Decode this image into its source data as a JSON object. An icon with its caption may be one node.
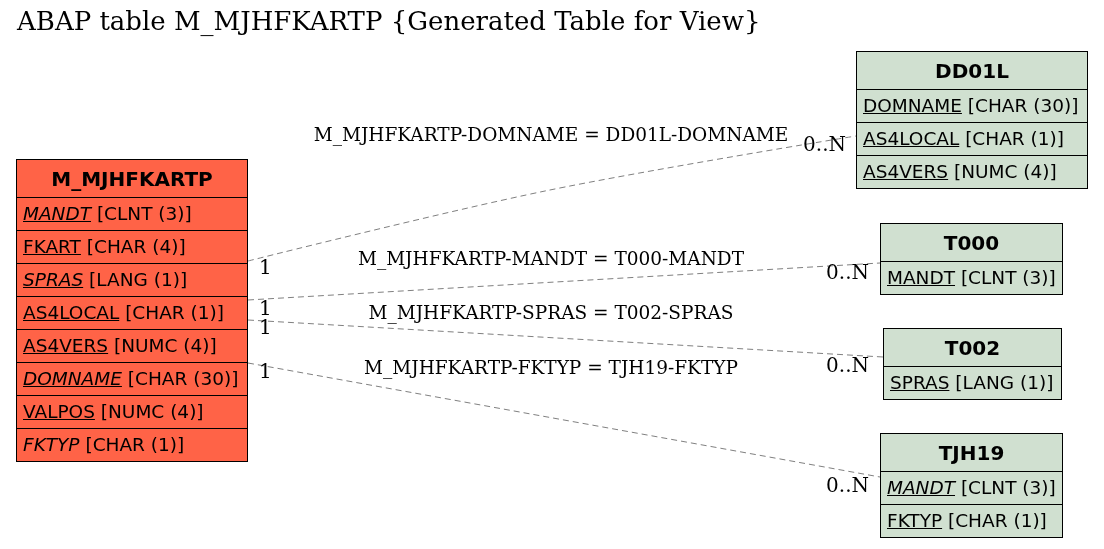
{
  "diagram": {
    "title": "ABAP table M_MJHFKARTP {Generated Table for View}",
    "nodes": [
      {
        "text": [
          "M_MJHFKARTP"
        ]
      },
      {
        "text": [
          "*MANDT* [CLNT (3)]"
        ],
        "in": 0
      },
      {
        "text": [
          "FKART [CHAR (4)]"
        ],
        "in": 0
      },
      {
        "text": [
          "*SPRAS* [LANG (1)]"
        ],
        "in": 0
      },
      {
        "text": [
          "AS4LOCAL [CHAR (1)]"
        ],
        "in": 0
      },
      {
        "text": [
          "AS4VERS [NUMC (4)]"
        ],
        "in": 0
      },
      {
        "text": [
          "*DOMNAME* [CHAR (30)]"
        ],
        "in": 0
      },
      {
        "text": [
          "VALPOS [NUMC (4)]"
        ],
        "in": 0
      },
      {
        "text": [
          "*FKTYP* [CHAR (1)]"
        ],
        "in": 0
      },
      {
        "text": [
          "DD01L"
        ]
      },
      {
        "text": [
          "DOMNAME [CHAR (30)]"
        ],
        "in": 9
      },
      {
        "text": [
          "AS4LOCAL [CHAR (1)]"
        ],
        "in": 9
      },
      {
        "text": [
          "AS4VERS [NUMC (4)]"
        ],
        "in": 9
      },
      {
        "text": [
          "T000"
        ]
      },
      {
        "text": [
          "MANDT [CLNT (3)]"
        ],
        "in": 13
      },
      {
        "text": [
          "T002"
        ]
      },
      {
        "text": [
          "SPRAS [LANG (1)]"
        ],
        "in": 15
      },
      {
        "text": [
          "TJH19"
        ]
      },
      {
        "text": [
          "*MANDT* [CLNT (3)]"
        ],
        "in": 17
      },
      {
        "text": [
          "FKTYP [CHAR (1)]"
        ],
        "in": 17
      }
    ],
    "edges": [
      {
        "from": 0,
        "to": 9,
        "arrow": "none",
        "label": "M_MJHFKARTP-DOMNAME = DD01L-DOMNAME",
        "style": "dashed"
      },
      {
        "from": 0,
        "to": 13,
        "arrow": "none",
        "label": "M_MJHFKARTP-MANDT = T000-MANDT",
        "style": "dashed"
      },
      {
        "from": 0,
        "to": 15,
        "arrow": "none",
        "label": "M_MJHFKARTP-SPRAS = T002-SPRAS",
        "style": "dashed"
      },
      {
        "from": 0,
        "to": 17,
        "arrow": "none",
        "label": "M_MJHFKARTP-FKTYP = TJH19-FKTYP",
        "style": "dashed"
      }
    ],
    "labels": [
      "0..N",
      "1",
      "0..N",
      "1",
      "1",
      "0..N",
      "1",
      "0..N"
    ]
  }
}
